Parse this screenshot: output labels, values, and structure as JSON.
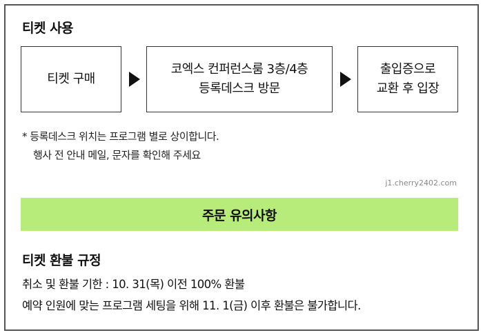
{
  "ticket_use": {
    "title": "티켓 사용",
    "steps": [
      {
        "lines": [
          "티켓 구매"
        ]
      },
      {
        "lines": [
          "코엑스 컨퍼런스룸 3층/4층",
          "등록데스크 방문"
        ]
      },
      {
        "lines": [
          "출입증으로",
          "교환 후 입장"
        ]
      }
    ],
    "note_line1": "* 등록데스크 위치는 프로그램 별로 상이합니다.",
    "note_line2": "행사 전 안내 메일, 문자를 확인해 주세요"
  },
  "watermark": "j1.cherry2402.com",
  "banner": {
    "label": "주문 유의사항",
    "color": "#b8ec7a"
  },
  "refund": {
    "title": "티켓 환불 규정",
    "lines": [
      "취소 및 환불 기한 : 10. 31(목) 이전 100% 환불",
      "예약 인원에 맞는 프로그램 세팅을 위해 11. 1(금) 이후 환불은 불가합니다."
    ]
  }
}
